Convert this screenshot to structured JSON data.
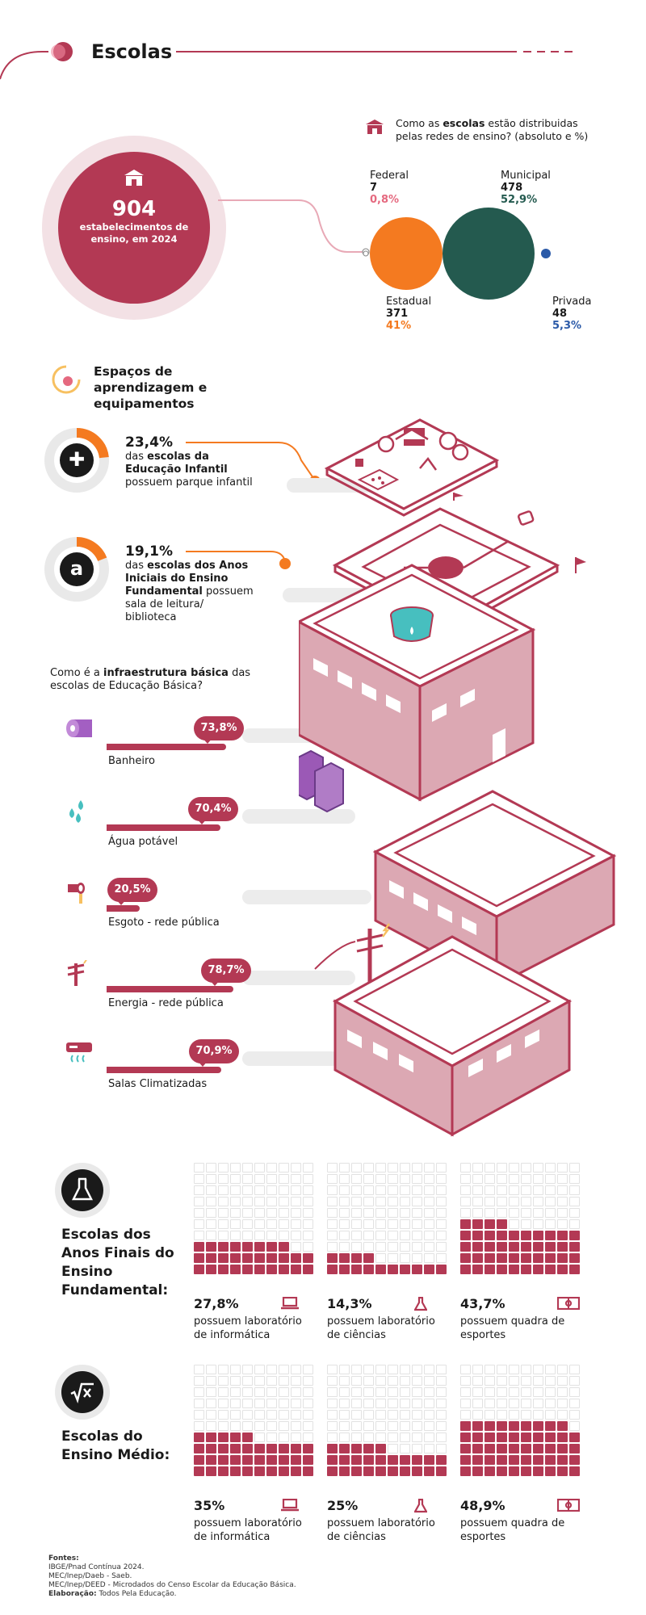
{
  "header": {
    "title": "Escolas"
  },
  "total": {
    "value": "904",
    "text": "estabelecimentos de ensino, em 2024"
  },
  "question": {
    "prefix": "Como as ",
    "bold": "escolas",
    "suffix": " estão distribuidas pelas redes de ensino? (absoluto e %)"
  },
  "networks": [
    {
      "name": "Federal",
      "count": "7",
      "pct": "0,8%",
      "color": "#e5697f"
    },
    {
      "name": "Municipal",
      "count": "478",
      "pct": "52,9%",
      "color": "#245a4f"
    },
    {
      "name": "Estadual",
      "count": "371",
      "pct": "41%",
      "color": "#f47a20"
    },
    {
      "name": "Privada",
      "count": "48",
      "pct": "5,3%",
      "color": "#2b5aa8"
    }
  ],
  "learning": {
    "title": "Espaços de aprendizagem e equipamentos",
    "items": [
      {
        "pct": "23,4%",
        "t1": "das ",
        "b1": "escolas da Educação Infantil",
        "t2": " possuem parque infantil",
        "fraction": 0.234
      },
      {
        "pct": "19,1%",
        "t1": "das ",
        "b1": "escolas dos Anos Iniciais do Ensino Fundamental",
        "t2": " possuem sala de leitura/ biblioteca",
        "fraction": 0.191
      }
    ]
  },
  "infra": {
    "q_prefix": "Como é a ",
    "q_bold": "infraestrutura básica",
    "q_suffix": " das escolas de Educação Básica?",
    "items": [
      {
        "label": "Banheiro",
        "pct": "73,8%",
        "value": 73.8,
        "icon": "toilet-paper-icon"
      },
      {
        "label": "Água potável",
        "pct": "70,4%",
        "value": 70.4,
        "icon": "water-drops-icon"
      },
      {
        "label": "Esgoto - rede pública",
        "pct": "20,5%",
        "value": 20.5,
        "icon": "sewer-pipe-icon"
      },
      {
        "label": "Energia - rede pública",
        "pct": "78,7%",
        "value": 78.7,
        "icon": "power-pole-icon"
      },
      {
        "label": "Salas Climatizadas",
        "pct": "70,9%",
        "value": 70.9,
        "icon": "air-conditioner-icon"
      }
    ]
  },
  "waffles": [
    {
      "title": "Escolas dos Anos Finais do Ensino Fundamental:",
      "items": [
        {
          "pct": "27,8%",
          "text": "possuem laboratório de informática",
          "value": 27.8,
          "icon": "laptop-icon"
        },
        {
          "pct": "14,3%",
          "text": "possuem laboratório de ciências",
          "value": 14.3,
          "icon": "flask-icon"
        },
        {
          "pct": "43,7%",
          "text": "possuem quadra de esportes",
          "value": 43.7,
          "icon": "sports-court-icon"
        }
      ]
    },
    {
      "title": "Escolas do Ensino Médio:",
      "items": [
        {
          "pct": "35%",
          "text": "possuem laboratório de informática",
          "value": 35,
          "icon": "laptop-icon"
        },
        {
          "pct": "25%",
          "text": "possuem laboratório de ciências",
          "value": 25,
          "icon": "flask-icon"
        },
        {
          "pct": "48,9%",
          "text": "possuem quadra de esportes",
          "value": 48.9,
          "icon": "sports-court-icon"
        }
      ]
    }
  ],
  "sources": {
    "label": "Fontes:",
    "lines": [
      "IBGE/Pnad Contínua 2024.",
      "MEC/Inep/Daeb - Saeb.",
      "MEC/Inep/DEED - Microdados do Censo Escolar da Educação Básica."
    ],
    "credit_label": "Elaboração:",
    "credit": " Todos Pela Educação."
  }
}
